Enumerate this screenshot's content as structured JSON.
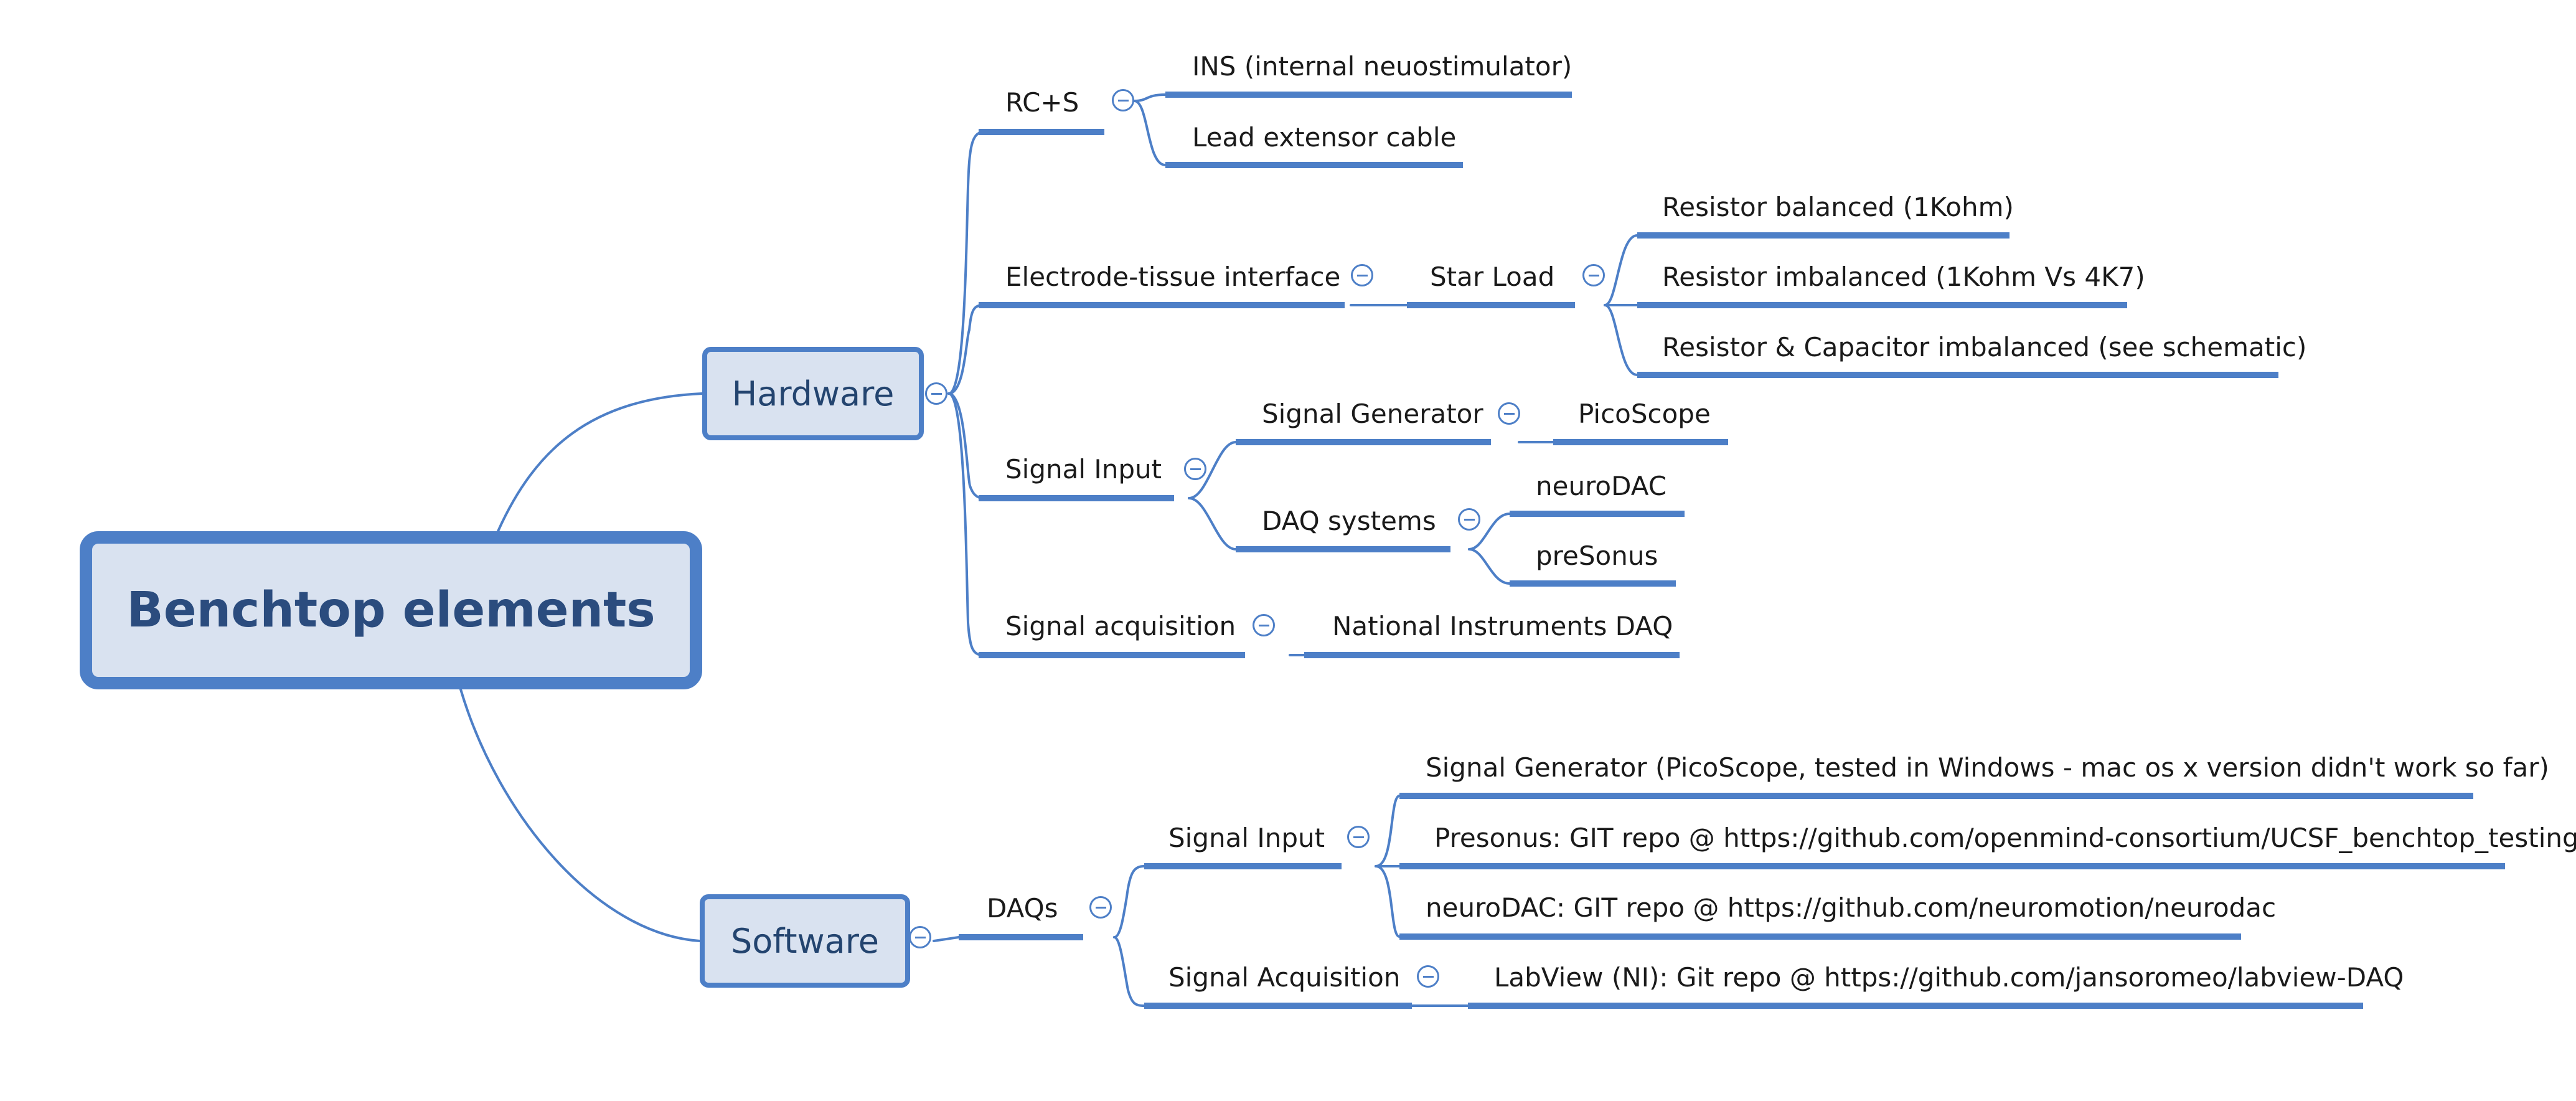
{
  "root": {
    "label": "Benchtop elements"
  },
  "hardware": {
    "label": "Hardware",
    "rcs": {
      "label": "RC+S",
      "children": [
        "INS (internal neuostimulator)",
        "Lead extensor cable"
      ]
    },
    "electrode": {
      "label": "Electrode-tissue interface",
      "star_load": {
        "label": "Star Load",
        "children": [
          "Resistor balanced (1Kohm)",
          "Resistor imbalanced (1Kohm Vs 4K7)",
          "Resistor & Capacitor imbalanced (see schematic)"
        ]
      }
    },
    "signal_input": {
      "label": "Signal Input",
      "signal_generator": {
        "label": "Signal Generator",
        "children": [
          "PicoScope"
        ]
      },
      "daq_systems": {
        "label": "DAQ systems",
        "children": [
          "neuroDAC",
          "preSonus"
        ]
      }
    },
    "signal_acquisition": {
      "label": "Signal acquisition",
      "children": [
        "National Instruments DAQ"
      ]
    }
  },
  "software": {
    "label": "Software",
    "daqs": {
      "label": "DAQs",
      "signal_input": {
        "label": "Signal Input",
        "children": [
          "Signal Generator (PicoScope, tested in Windows - mac os x version didn't work so far)",
          "Presonus: GIT repo @ https://github.com/openmind-consortium/UCSF_benchtop_testing",
          "neuroDAC: GIT repo @ https://github.com/neuromotion/neurodac"
        ]
      },
      "signal_acquisition": {
        "label": "Signal Acquisition",
        "children": [
          "LabView (NI): Git repo @ https://github.com/jansoromeo/labview-DAQ"
        ]
      }
    }
  },
  "colors": {
    "line": "#4d7fc7",
    "node_fill": "#d9e2f0",
    "root_text": "#2b4c7e"
  }
}
